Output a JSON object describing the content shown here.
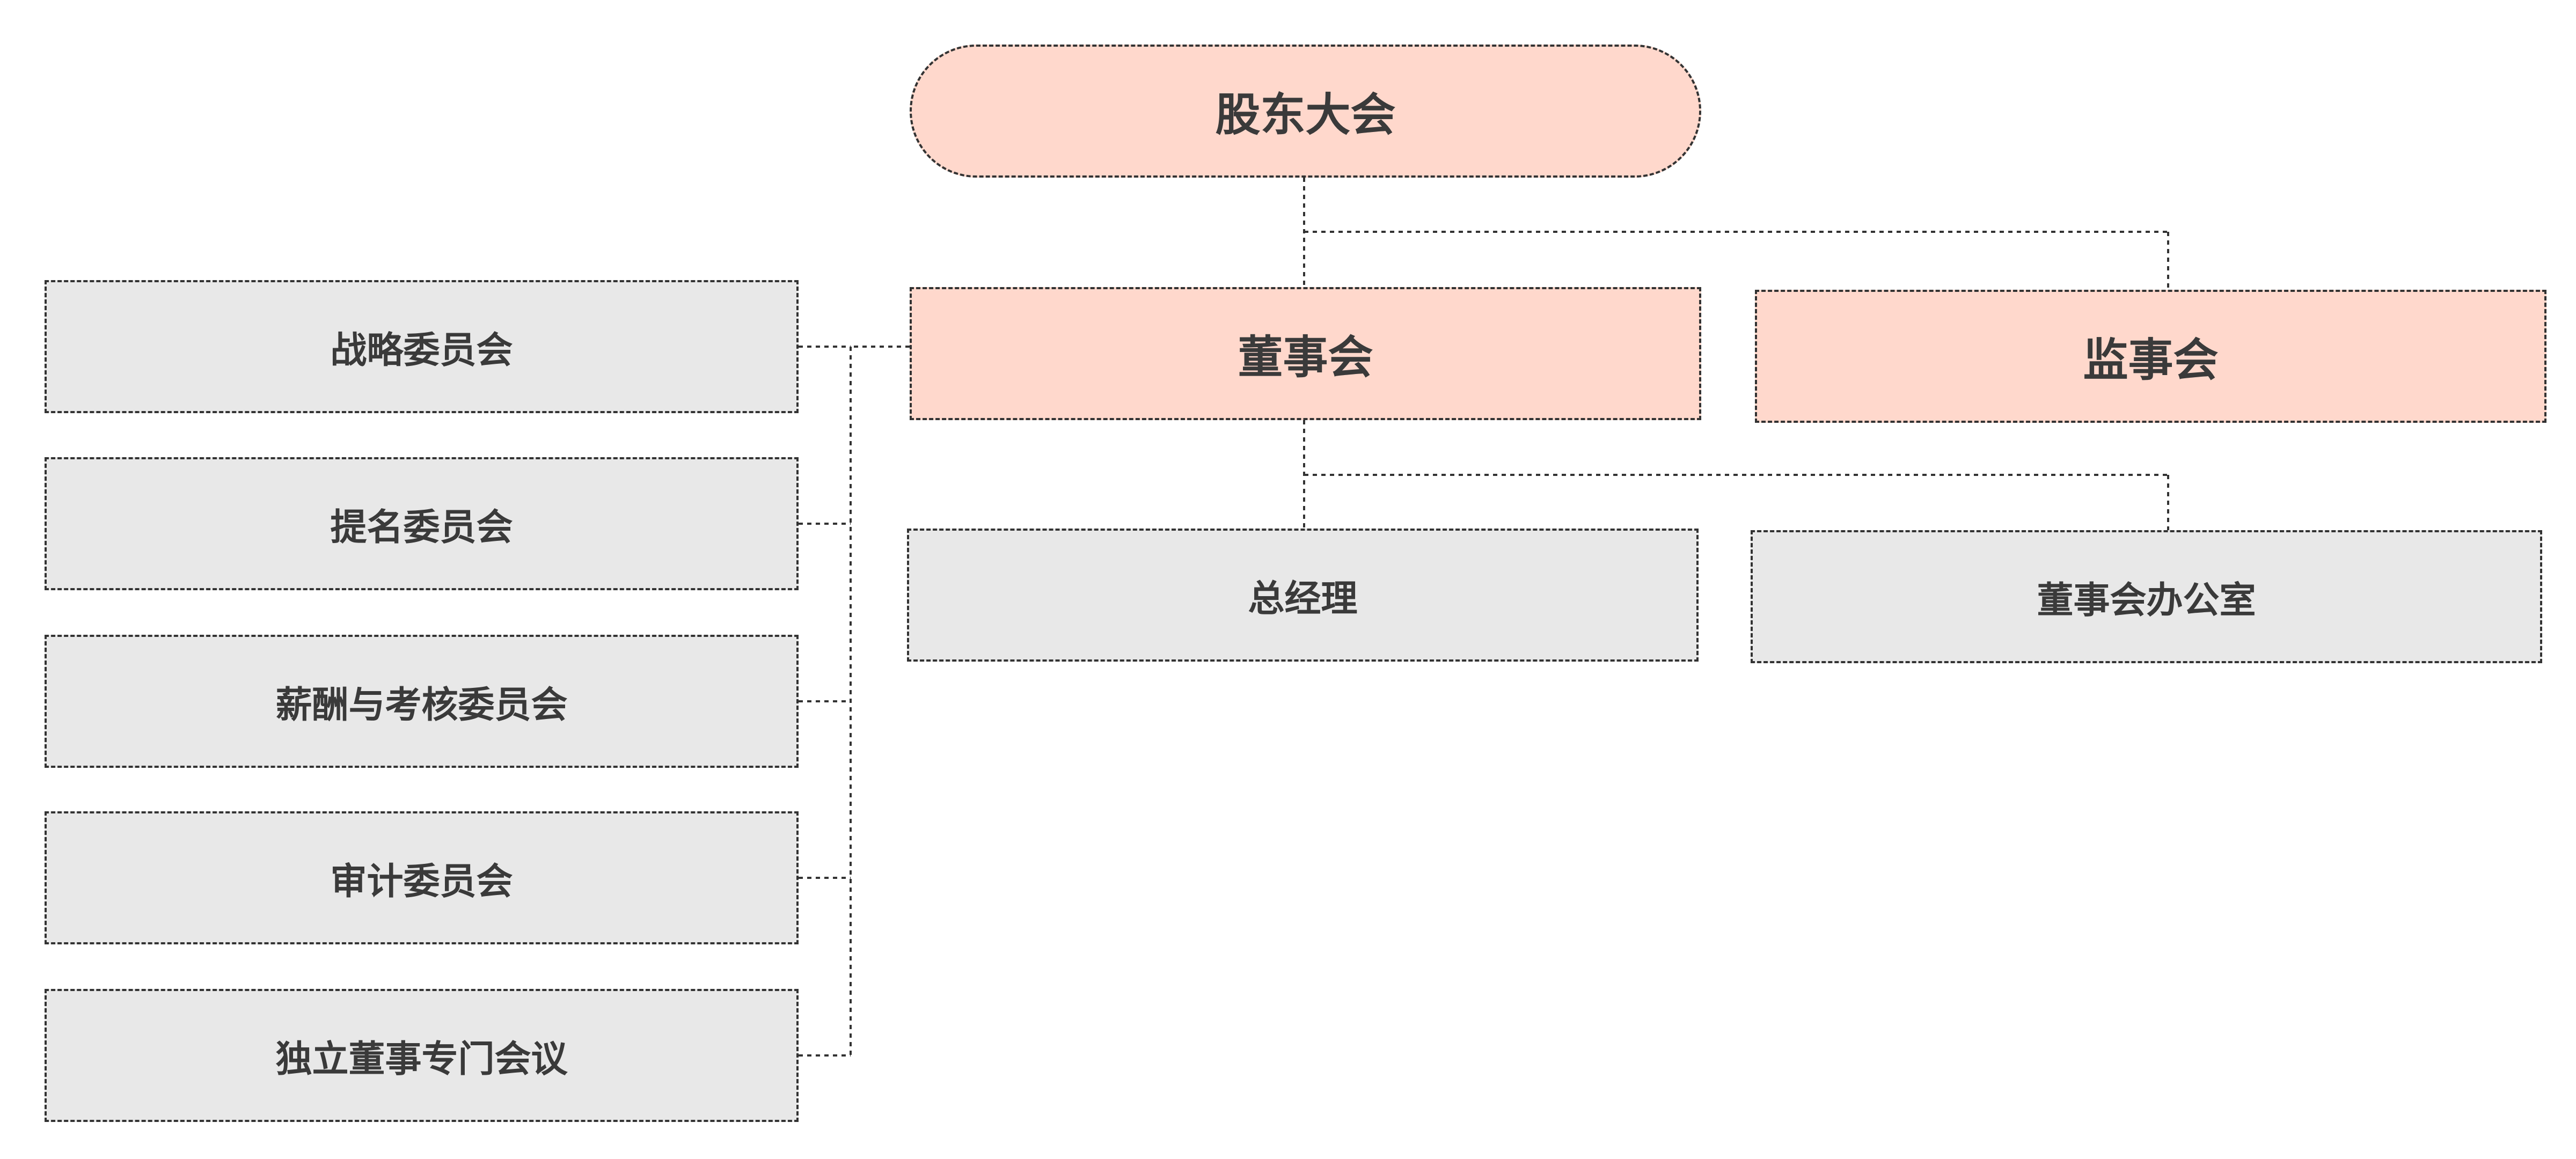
{
  "nodes": [
    {
      "id": "shareholders",
      "label": "股东大会",
      "kind": "primary",
      "shape": "pill"
    },
    {
      "id": "board",
      "label": "董事会",
      "kind": "primary",
      "shape": "rect"
    },
    {
      "id": "supervisors",
      "label": "监事会",
      "kind": "primary",
      "shape": "rect"
    },
    {
      "id": "gm",
      "label": "总经理",
      "kind": "secondary",
      "shape": "rect"
    },
    {
      "id": "board-office",
      "label": "董事会办公室",
      "kind": "secondary",
      "shape": "rect"
    },
    {
      "id": "strategy",
      "label": "战略委员会",
      "kind": "secondary",
      "shape": "rect"
    },
    {
      "id": "nomination",
      "label": "提名委员会",
      "kind": "secondary",
      "shape": "rect"
    },
    {
      "id": "compensation",
      "label": "薪酬与考核委员会",
      "kind": "secondary",
      "shape": "rect"
    },
    {
      "id": "audit",
      "label": "审计委员会",
      "kind": "secondary",
      "shape": "rect"
    },
    {
      "id": "independent",
      "label": "独立董事专门会议",
      "kind": "secondary",
      "shape": "rect"
    }
  ],
  "edges": [
    {
      "from": "shareholders",
      "to": "board"
    },
    {
      "from": "shareholders",
      "to": "supervisors"
    },
    {
      "from": "board",
      "to": "gm"
    },
    {
      "from": "board",
      "to": "board-office"
    },
    {
      "from": "board",
      "to": "strategy"
    },
    {
      "from": "board",
      "to": "nomination"
    },
    {
      "from": "board",
      "to": "compensation"
    },
    {
      "from": "board",
      "to": "audit"
    },
    {
      "from": "board",
      "to": "independent"
    }
  ],
  "colors": {
    "primary_fill": "#ffd8cc",
    "secondary_fill": "#e8e8e8",
    "border": "#333333",
    "text": "#3a3a3a"
  }
}
